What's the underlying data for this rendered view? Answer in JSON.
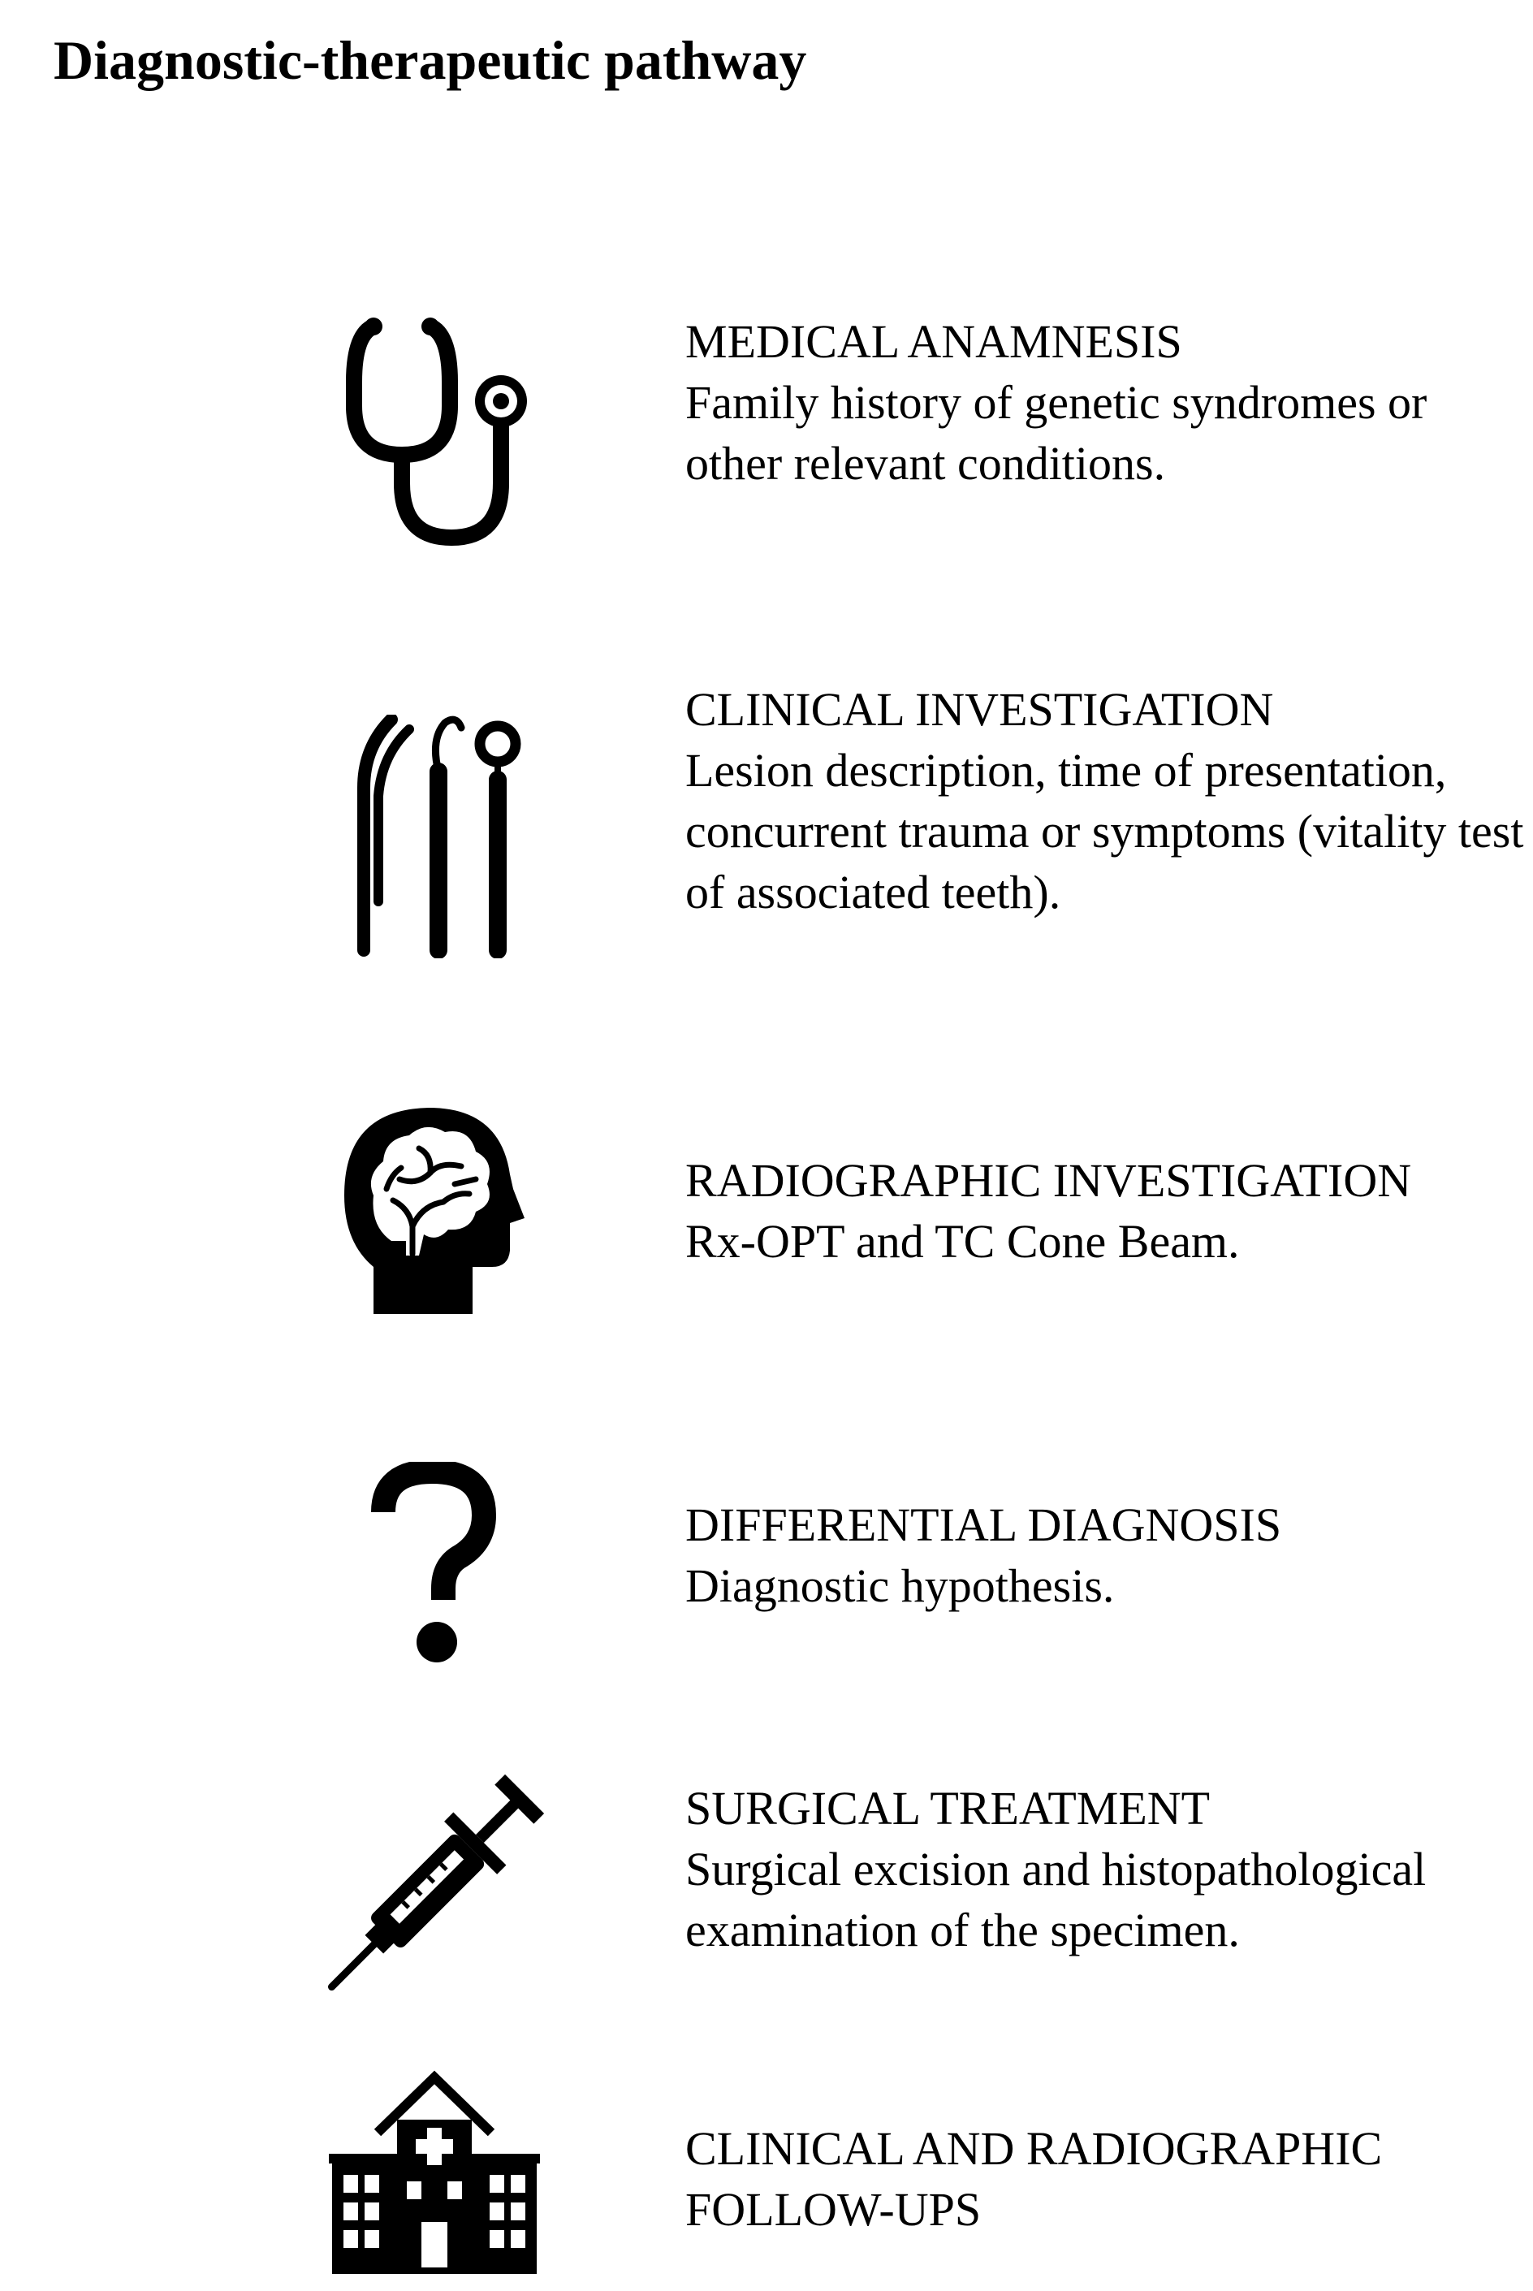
{
  "title": "Diagnostic-therapeutic pathway",
  "steps": [
    {
      "icon": "stethoscope-icon",
      "heading": "MEDICAL ANAMNESIS",
      "description": "Family history of genetic syndromes or other relevant conditions."
    },
    {
      "icon": "dental-instruments-icon",
      "heading": "CLINICAL INVESTIGATION",
      "description": "Lesion description, time of presentation, concurrent trauma or symptoms (vitality test of associated teeth)."
    },
    {
      "icon": "head-brain-icon",
      "heading": "RADIOGRAPHIC INVESTIGATION",
      "description": "Rx-OPT and TC Cone Beam."
    },
    {
      "icon": "question-mark-icon",
      "heading": "DIFFERENTIAL DIAGNOSIS",
      "description": "Diagnostic hypothesis."
    },
    {
      "icon": "syringe-icon",
      "heading": "SURGICAL TREATMENT",
      "description": "Surgical excision and histopathological examination of the specimen."
    },
    {
      "icon": "hospital-icon",
      "heading": "CLINICAL AND RADIOGRAPHIC\nFOLLOW-UPS",
      "description": ""
    }
  ]
}
